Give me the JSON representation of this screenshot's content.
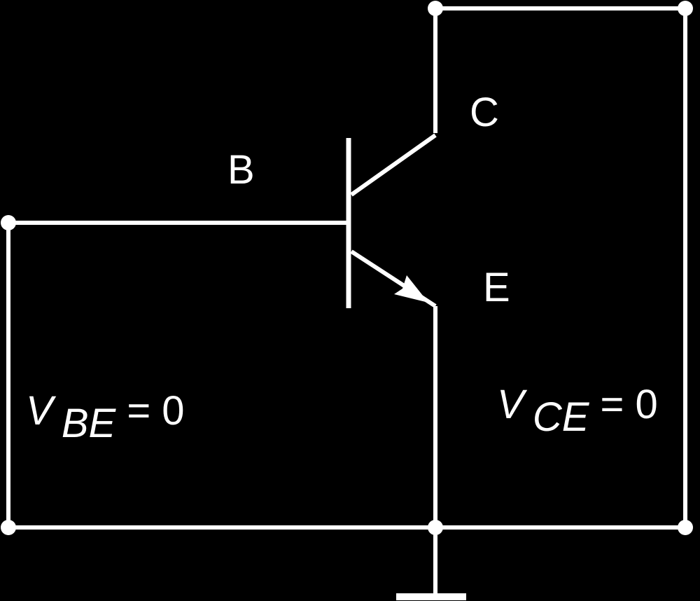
{
  "diagram": {
    "terminals": {
      "base": "B",
      "collector": "C",
      "emitter": "E"
    },
    "annotations": {
      "vbe": {
        "symbol": "V",
        "subscript": "BE",
        "rest": " = 0"
      },
      "vce": {
        "symbol": "V",
        "subscript": "CE",
        "rest": " = 0"
      }
    },
    "colors": {
      "background": "#000000",
      "stroke": "#ffffff"
    }
  }
}
